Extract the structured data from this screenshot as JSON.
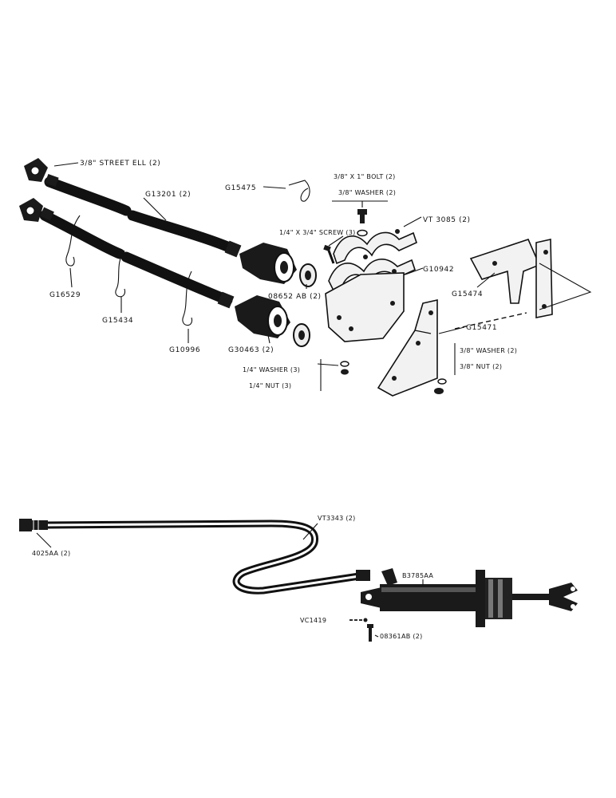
{
  "upper_assembly": {
    "labels": {
      "street_ell": "3/8\" STREET ELL (2)",
      "hose_a": "G13201 (2)",
      "clip_a": "G15475",
      "bolt": "3/8\" X 1\" BOLT (2)",
      "washer_a": "3/8\" WASHER (2)",
      "clamp": "VT 3085 (2)",
      "screw": "1/4\" X 3/4\" SCREW (3)",
      "bracket_a": "G10942",
      "bracket_b": "G15474",
      "clip_b": "G16529",
      "coupler_plug": "08652 AB (2)",
      "clip_c": "G15434",
      "bracket_c": "G15471",
      "clip_d": "G10996",
      "coupler": "G30463 (2)",
      "washer_b": "3/8\" WASHER (2)",
      "nut_a": "3/8\" NUT (2)",
      "washer_c": "1/4\" WASHER (3)",
      "nut_b": "1/4\" NUT (3)"
    }
  },
  "lower_assembly": {
    "labels": {
      "hose_b": "VT3343 (2)",
      "fitting": "4025AA (2)",
      "cylinder": "B3785AA",
      "pin": "VC1419",
      "clevis_pin": "08361AB (2)"
    }
  }
}
